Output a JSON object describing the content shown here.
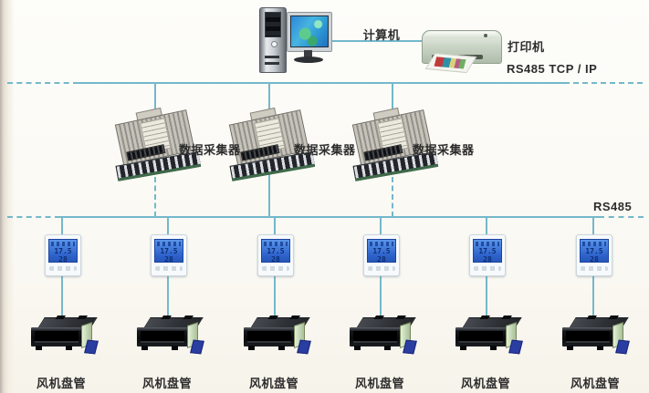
{
  "colors": {
    "line": "#74b8cb",
    "label_text": "#2d2d2d",
    "lcd_blue": "#2e63cc"
  },
  "buses": {
    "top": {
      "label": "RS485 TCP / IP"
    },
    "bottom": {
      "label": "RS485"
    }
  },
  "computer": {
    "label": "计算机"
  },
  "printer": {
    "label": "打印机"
  },
  "collectors": [
    {
      "label": "数据采集器"
    },
    {
      "label": "数据采集器"
    },
    {
      "label": "数据采集器"
    }
  ],
  "thermostats": [
    {
      "lcd": "17.5 28"
    },
    {
      "lcd": "17.5 28"
    },
    {
      "lcd": "17.5 28"
    },
    {
      "lcd": "17.5 28"
    },
    {
      "lcd": "17.5 28"
    },
    {
      "lcd": "17.5 28"
    }
  ],
  "fan_coils": [
    {
      "label": "风机盘管"
    },
    {
      "label": "风机盘管"
    },
    {
      "label": "风机盘管"
    },
    {
      "label": "风机盘管"
    },
    {
      "label": "风机盘管"
    },
    {
      "label": "风机盘管"
    }
  ]
}
